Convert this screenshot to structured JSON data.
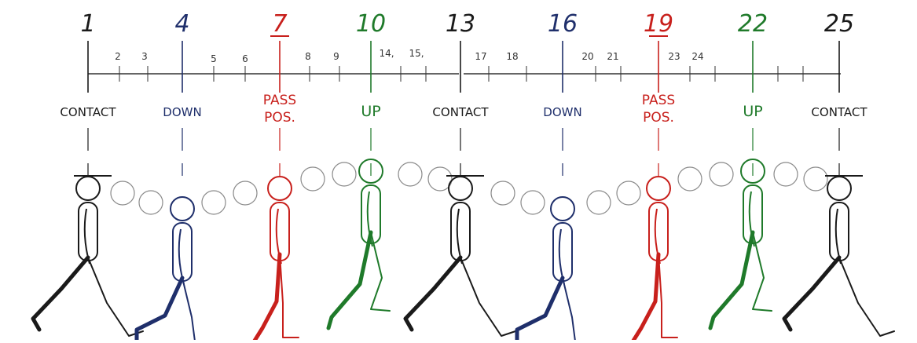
{
  "key_frames": [
    {
      "number": "1",
      "label": "CONTACT",
      "color": "#1a1a1a",
      "underlined": false
    },
    {
      "number": "4",
      "label": "DOWN",
      "color": "#1f2f6b",
      "underlined": false
    },
    {
      "number": "7",
      "label": "PASS",
      "label2": "POS.",
      "color": "#c8201c",
      "underlined": true
    },
    {
      "number": "10",
      "label": "UP",
      "color": "#1f7a2a",
      "underlined": false
    },
    {
      "number": "13",
      "label": "CONTACT",
      "color": "#1a1a1a",
      "underlined": false
    },
    {
      "number": "16",
      "label": "DOWN",
      "color": "#1f2f6b",
      "underlined": false
    },
    {
      "number": "19",
      "label": "PASS",
      "label2": "POS.",
      "color": "#c8201c",
      "underlined": true
    },
    {
      "number": "22",
      "label": "UP",
      "color": "#1f7a2a",
      "underlined": false
    },
    {
      "number": "25",
      "label": "CONTACT",
      "color": "#1a1a1a",
      "underlined": false
    }
  ],
  "inbetween_labels": [
    "2",
    "3",
    "5",
    "6",
    "8",
    "9",
    "14,",
    "15,",
    "17",
    "18",
    "20",
    "21",
    "23",
    "24"
  ],
  "colors": {
    "contact": "#1a1a1a",
    "down": "#1f2f6b",
    "pass": "#c8201c",
    "up": "#1f7a2a",
    "inbetween": "#8a8a8a",
    "pencil": "#333333"
  }
}
